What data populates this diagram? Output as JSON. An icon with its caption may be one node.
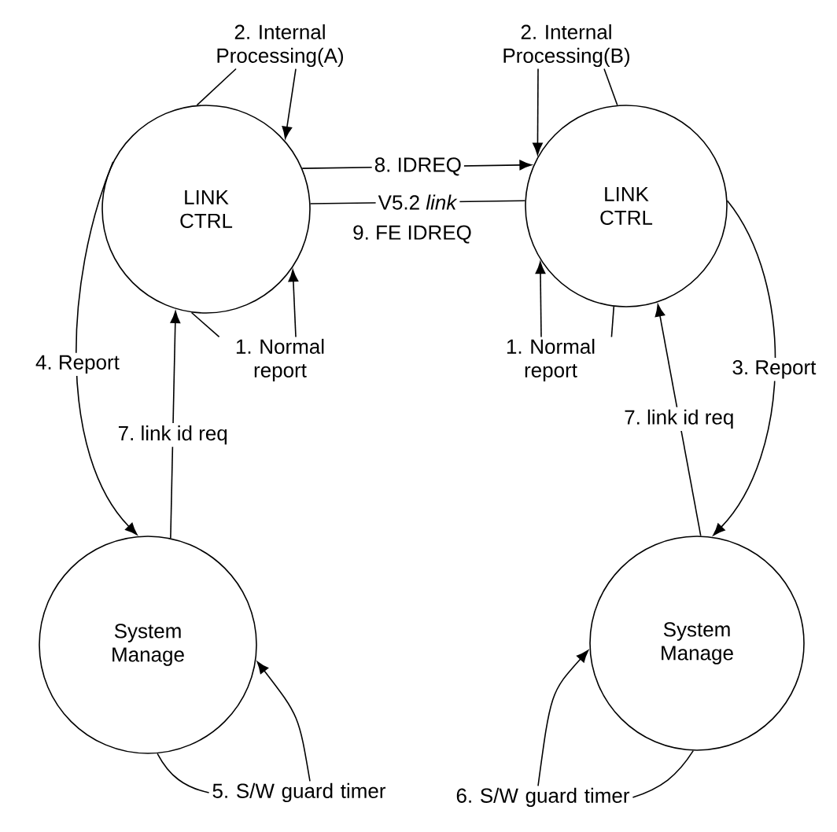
{
  "diagram": {
    "nodes": [
      {
        "text": [
          "LINK CTRL"
        ]
      },
      {
        "text": [
          "LINK CTRL"
        ]
      },
      {
        "text": [
          "System Manage"
        ]
      },
      {
        "text": [
          "System Manage"
        ]
      },
      {
        "text": [
          "2. Internal Processing(A)"
        ]
      },
      {
        "text": [
          "2. Internal Processing(B)"
        ]
      },
      {
        "text": [
          "1. Normal report"
        ]
      },
      {
        "text": [
          "1. Normal report"
        ]
      },
      {
        "text": [
          "5. S/W guard timer"
        ]
      },
      {
        "text": [
          "6. S/W guard timer"
        ]
      }
    ],
    "edges": [
      {
        "from": 0,
        "to": 1,
        "arrow": "to",
        "label": "8. IDREQ"
      },
      {
        "from": 0,
        "to": 1,
        "arrow": "none",
        "label": "V5.2 *link*"
      },
      {
        "from": 0,
        "to": 2,
        "arrow": "to",
        "label": "4. Report"
      },
      {
        "from": 2,
        "to": 0,
        "arrow": "to",
        "label": "7. link id req"
      },
      {
        "from": 1,
        "to": 3,
        "arrow": "to",
        "label": "3. Report"
      },
      {
        "from": 3,
        "to": 1,
        "arrow": "to",
        "label": "7. link id req"
      },
      {
        "from": 4,
        "to": 0,
        "arrow": "none"
      },
      {
        "from": 4,
        "to": 0,
        "arrow": "to"
      },
      {
        "from": 6,
        "to": 0,
        "arrow": "none"
      },
      {
        "from": 6,
        "to": 0,
        "arrow": "to"
      },
      {
        "from": 5,
        "to": 1,
        "arrow": "none"
      },
      {
        "from": 5,
        "to": 1,
        "arrow": "to"
      },
      {
        "from": 7,
        "to": 1,
        "arrow": "none"
      },
      {
        "from": 7,
        "to": 1,
        "arrow": "to"
      },
      {
        "from": 8,
        "to": 2,
        "arrow": "none"
      },
      {
        "from": 8,
        "to": 2,
        "arrow": "to"
      },
      {
        "from": 9,
        "to": 3,
        "arrow": "none"
      },
      {
        "from": 9,
        "to": 3,
        "arrow": "to"
      }
    ],
    "labels": [
      "9. FE IDREQ"
    ]
  }
}
